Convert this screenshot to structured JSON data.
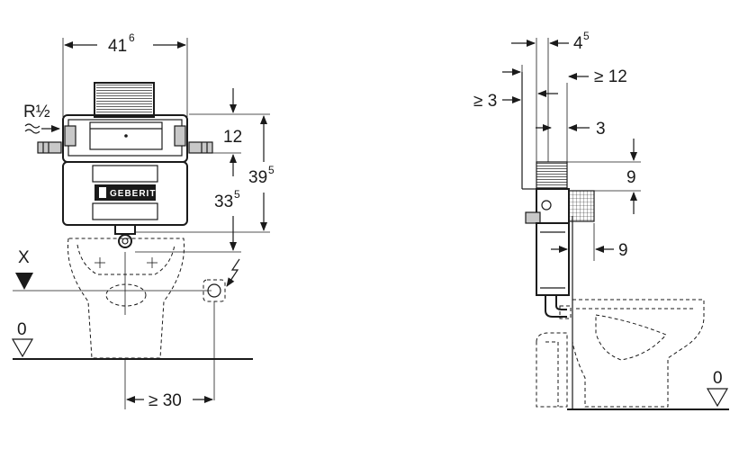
{
  "diagram": {
    "front_view": {
      "width_dim": {
        "main": "41",
        "sup": "6"
      },
      "connection_label": "R½",
      "dim_12": "12",
      "dim_33": {
        "main": "33",
        "sup": "5"
      },
      "dim_39": {
        "main": "39",
        "sup": "5"
      },
      "marker_x": "X",
      "floor_level": "0",
      "dim_min30": "≥ 30",
      "brand_logo": "GEBERIT"
    },
    "side_view": {
      "dim_4": {
        "main": "4",
        "sup": "5"
      },
      "dim_min12": "≥ 12",
      "dim_min3": "≥ 3",
      "dim_3": "3",
      "dim_9_top": "9",
      "dim_9_side": "9",
      "floor_level": "0"
    }
  }
}
